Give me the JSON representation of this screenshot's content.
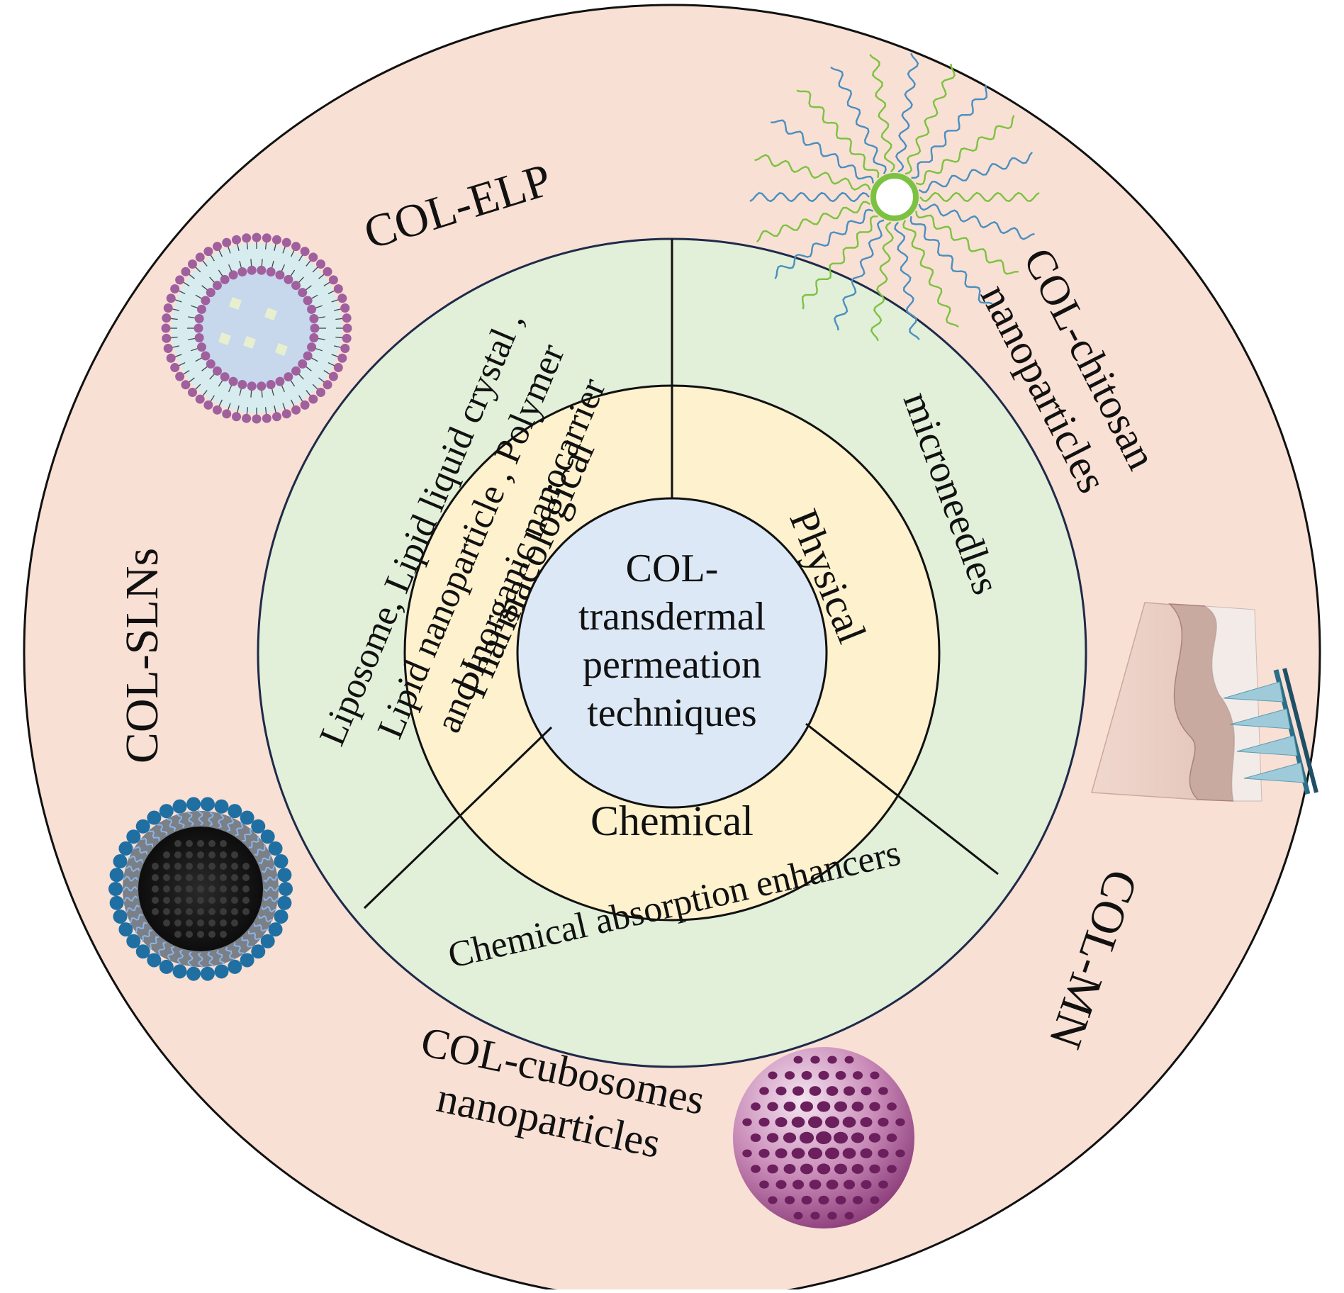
{
  "colors": {
    "outer_ring": "#f9e0d4",
    "middle_ring": "#e2efd9",
    "inner_ring": "#fdf1ce",
    "center": "#dce8f5",
    "outline": "#1f2a4a"
  },
  "center": {
    "line1": "COL-",
    "line2": "transdermal",
    "line3": "permeation",
    "line4": "techniques"
  },
  "categories": {
    "pharmacological": "Pharmacological",
    "physical": "Physical",
    "chemical": "Chemical"
  },
  "methods": {
    "pharmacological_line1": "Liposome, Lipid liquid crystal ,",
    "pharmacological_line2": "Lipid nanoparticle , Polymer",
    "pharmacological_line3": "and Inorganic nanocarrier",
    "physical": "microneedles",
    "chemical": "Chemical absorption enhancers"
  },
  "formulations": {
    "elp": "COL-ELP",
    "chitosan_line1": "COL-chitosan",
    "chitosan_line2": "nanoparticles",
    "mn": "COL-MN",
    "cubosomes_line1": "COL-cubosomes",
    "cubosomes_line2": "nanoparticles",
    "slns": "COL-SLNs"
  },
  "icons": [
    "liposome-icon",
    "chitosan-nanoparticle-icon",
    "microneedle-skin-icon",
    "cubosome-icon",
    "solid-lipid-nanoparticle-icon"
  ]
}
